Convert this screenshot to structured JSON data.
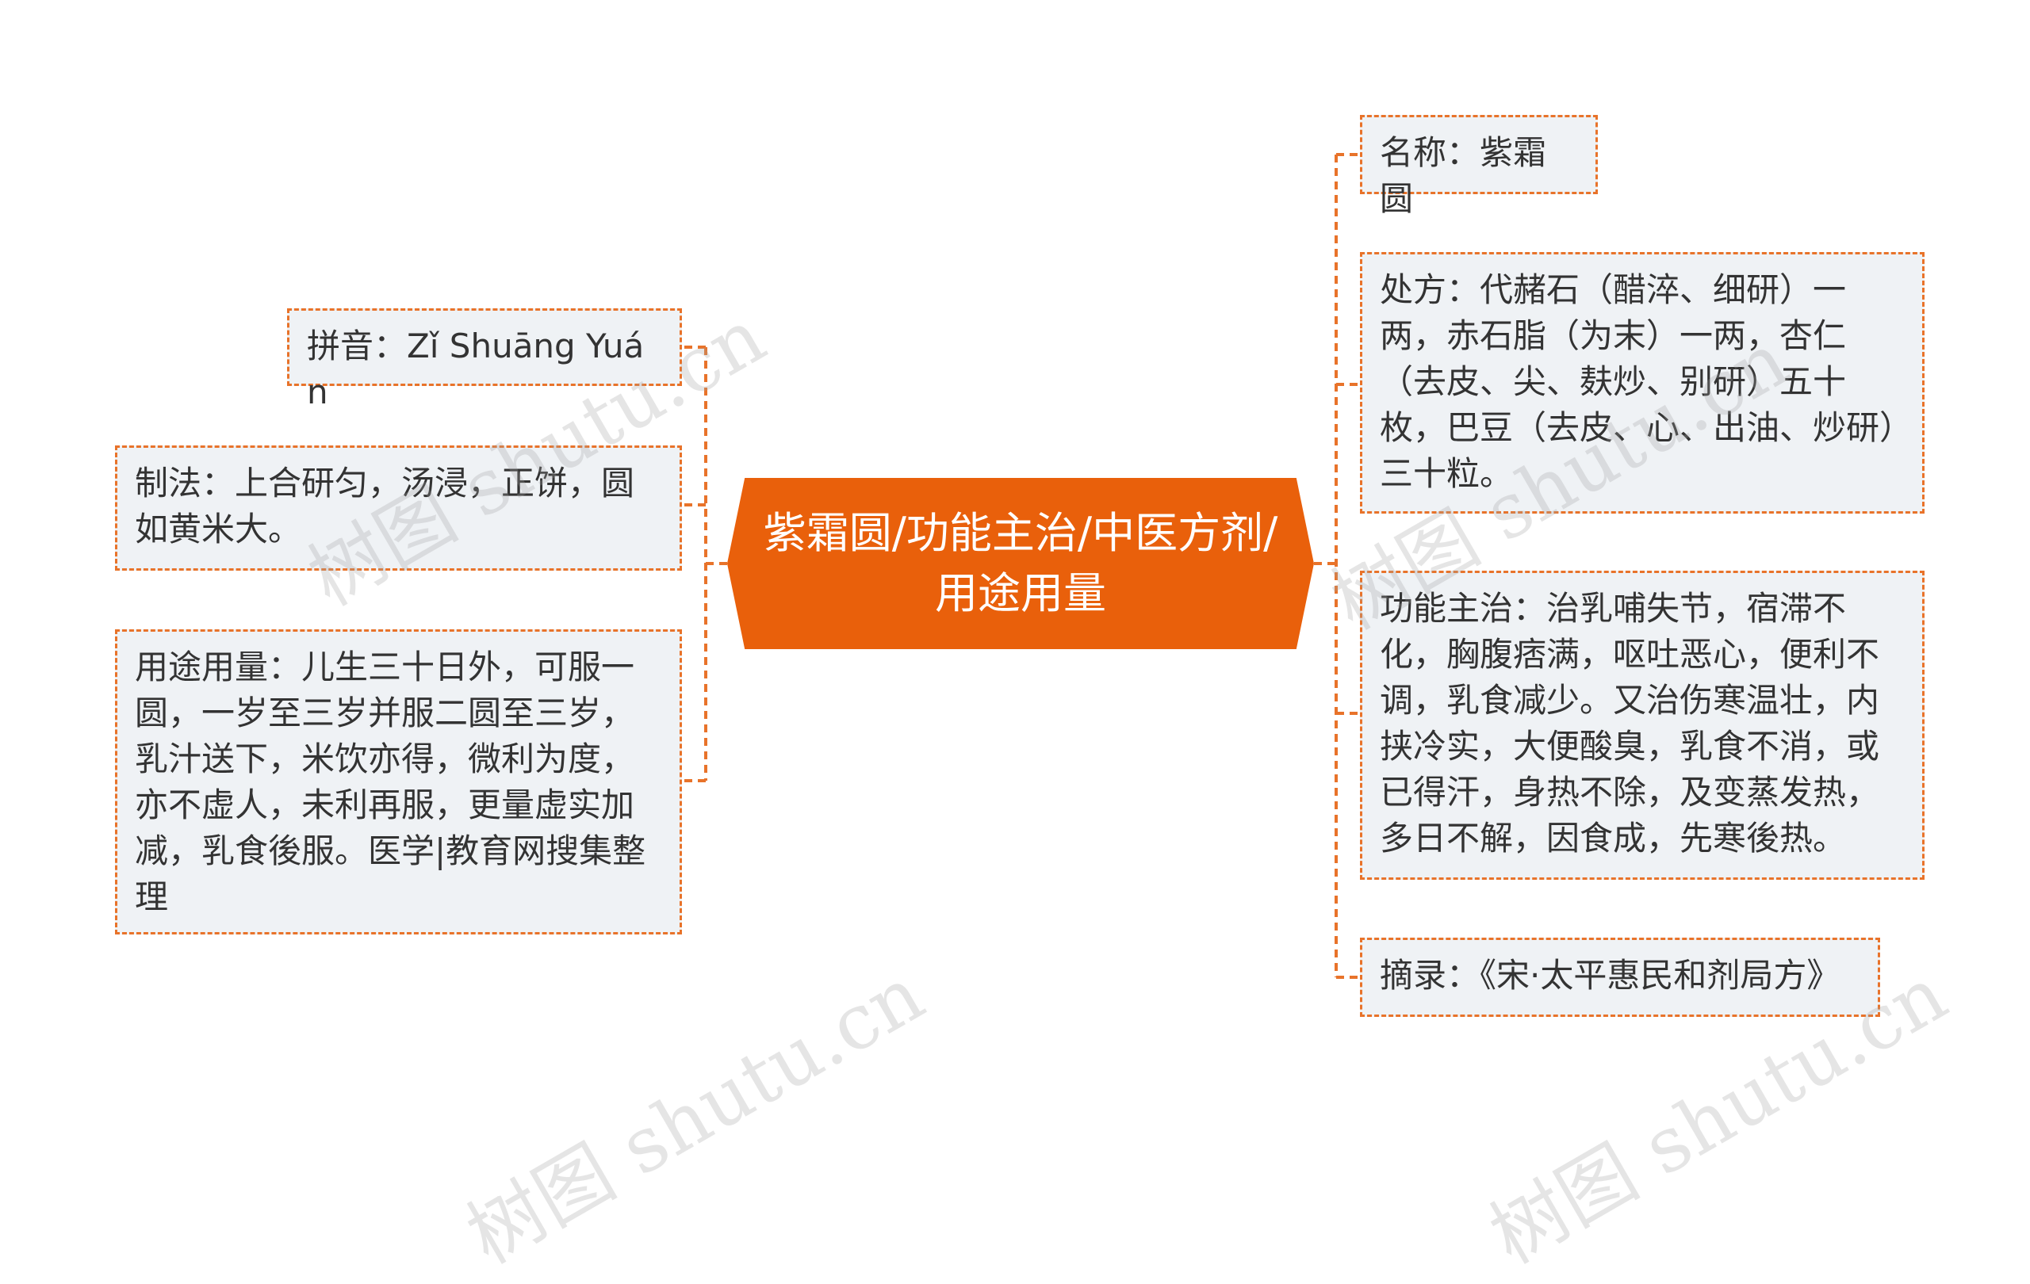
{
  "center": {
    "label": "紫霜圆/功能主治/中医方剂/用途用量"
  },
  "left_nodes": [
    {
      "text": "拼音：Zǐ Shuāng Yuán"
    },
    {
      "text": "制法：上合研匀，汤浸，正饼，圆如黄米大。"
    },
    {
      "text": "用途用量：儿生三十日外，可服一圆，一岁至三岁并服二圆至三岁，乳汁送下，米饮亦得，微利为度，亦不虚人，未利再服，更量虚实加减，乳食後服。医学|教育网搜集整理"
    }
  ],
  "right_nodes": [
    {
      "text": "名称：紫霜圆"
    },
    {
      "text": "处方：代赭石（醋淬、细研）一两，赤石脂（为末）一两，杏仁（去皮、尖、麸炒、别研）五十枚，巴豆（去皮、心、出油、炒研）三十粒。"
    },
    {
      "text": "功能主治：治乳哺失节，宿滞不化，胸腹痞满，呕吐恶心，便利不调，乳食减少。又治伤寒温壮，内挟冷实，大便酸臭，乳食不消，或已得汗，身热不除，及变蒸发热，多日不解，因食成，先寒後热。"
    },
    {
      "text": "摘录：《宋·太平惠民和剂局方》"
    }
  ],
  "watermark": {
    "text": "树图 shutu.cn"
  },
  "colors": {
    "accent": "#e9600b",
    "border": "#e8732a",
    "node_bg": "#eff2f5",
    "text": "#333333"
  }
}
